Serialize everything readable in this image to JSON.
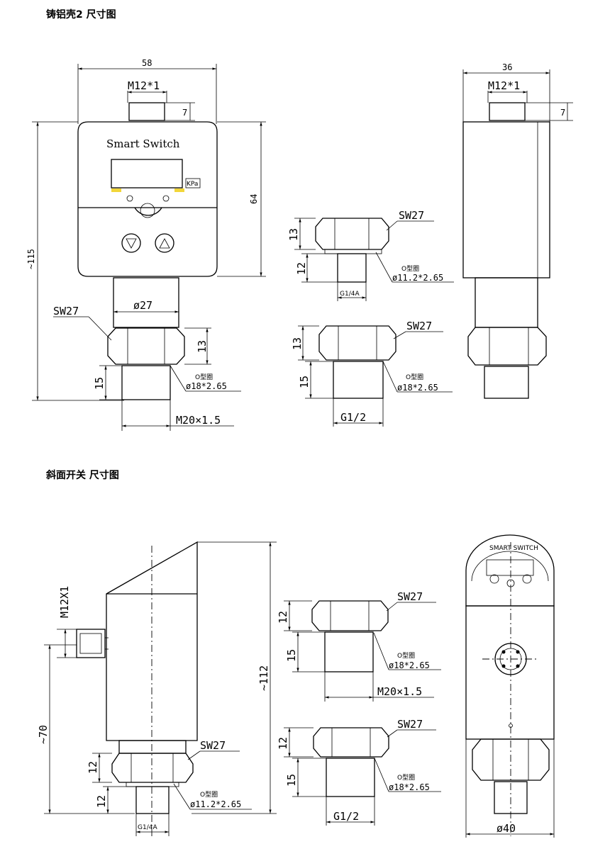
{
  "section1": {
    "title": "铸铝壳2  尺寸图",
    "front": {
      "width_dim": "58",
      "connector": "M12*1",
      "connector_h": "7",
      "total_h": "~115",
      "body_h": "64",
      "panel_text": "Smart Switch",
      "unit_text": "KPa",
      "neck_dia": "ø27",
      "hex": "SW27",
      "hex_h": "13",
      "thread_h": "15",
      "oring_label": "O型圈",
      "oring": "ø18*2.65",
      "thread": "M20×1.5"
    },
    "fitting_a": {
      "hex": "SW27",
      "hex_h": "13",
      "thread_h": "12",
      "oring_label": "O型圈",
      "oring": "ø11.2*2.65",
      "thread": "G1/4A"
    },
    "fitting_b": {
      "hex": "SW27",
      "hex_h": "13",
      "thread_h": "15",
      "oring_label": "O型圈",
      "oring": "ø18*2.65",
      "thread": "G1/2"
    },
    "side": {
      "width_dim": "36",
      "connector": "M12*1",
      "connector_h": "7"
    }
  },
  "section2": {
    "title": "斜面开关  尺寸图",
    "main": {
      "connector": "M12X1",
      "height": "~112",
      "conn_h": "~70",
      "hex": "SW27",
      "hex_h": "12",
      "thread_h": "12",
      "oring_label": "O型圈",
      "oring": "ø11.2*2.65",
      "thread": "G1/4A"
    },
    "fitting_c": {
      "hex": "SW27",
      "hex_h": "12",
      "thread_h": "15",
      "oring_label": "O型圈",
      "oring": "ø18*2.65",
      "thread": "M20×1.5"
    },
    "fitting_d": {
      "hex": "SW27",
      "hex_h": "12",
      "thread_h": "15",
      "oring_label": "O型圈",
      "oring": "ø18*2.65",
      "thread": "G1/2"
    },
    "front": {
      "panel_text": "SMART SWITCH",
      "diameter": "ø40"
    }
  }
}
